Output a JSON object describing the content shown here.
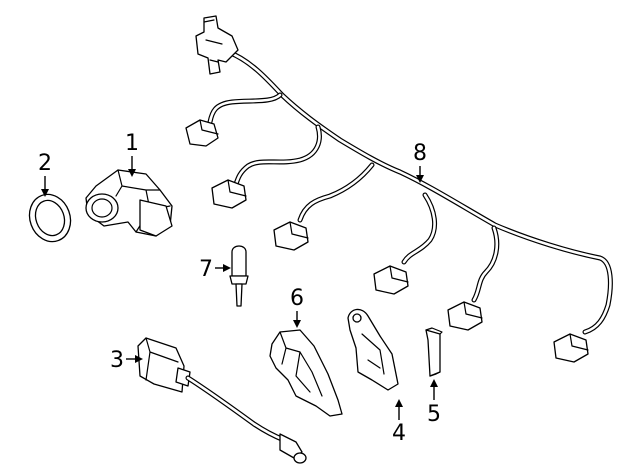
{
  "callouts": [
    {
      "id": "part-1",
      "label": "1"
    },
    {
      "id": "part-2",
      "label": "2"
    },
    {
      "id": "part-3",
      "label": "3"
    },
    {
      "id": "part-4",
      "label": "4"
    },
    {
      "id": "part-5",
      "label": "5"
    },
    {
      "id": "part-6",
      "label": "6"
    },
    {
      "id": "part-7",
      "label": "7"
    },
    {
      "id": "part-8",
      "label": "8"
    }
  ]
}
